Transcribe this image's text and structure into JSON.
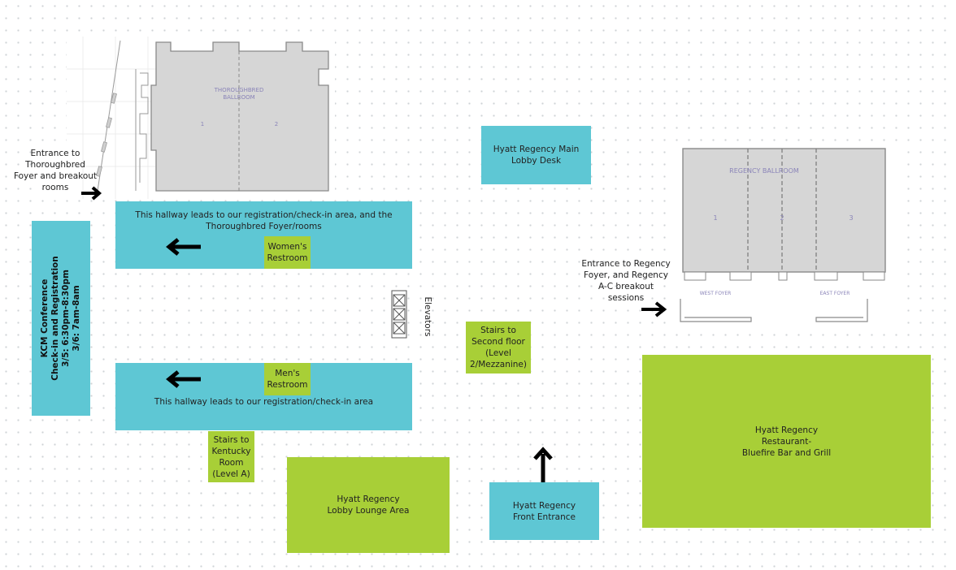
{
  "ballrooms": {
    "thoroughbred": {
      "name_line1": "THOROUGHBRED",
      "name_line2": "BALLROOM",
      "section1": "1",
      "section2": "2"
    },
    "regency": {
      "name": "REGENCY BALLROOM",
      "section1": "1",
      "section2": "2",
      "section3": "3",
      "west_foyer": "WEST FOYER",
      "east_foyer": "EAST FOYER"
    }
  },
  "labels": {
    "entrance_thoroughbred": "Entrance to\nThoroughbred\nFoyer and breakout\nrooms",
    "entrance_regency": "Entrance to Regency\nFoyer, and Regency\nA-C breakout\nsessions",
    "elevators": "Elevators"
  },
  "boxes": {
    "registration": "KCM Conference\nCheck-in and Registration\n3/5: 6:30pm-8:30pm\n3/6: 7am-8am",
    "hallway_top": "This hallway leads to our registration/check-in area, and the\nThoroughbred Foyer/rooms",
    "hallway_bottom": "This hallway leads to our registration/check-in area",
    "womens_restroom": "Women's\nRestroom",
    "mens_restroom": "Men's\nRestroom",
    "main_lobby_desk": "Hyatt Regency Main\nLobby Desk",
    "stairs_second": "Stairs to\nSecond floor\n(Level\n2/Mezzanine)",
    "stairs_kentucky": "Stairs to\nKentucky\nRoom\n(Level A)",
    "lobby_lounge": "Hyatt Regency\nLobby Lounge Area",
    "front_entrance": "Hyatt Regency\nFront Entrance",
    "restaurant": "Hyatt Regency\nRestaurant-\nBluefire Bar and Grill"
  },
  "colors": {
    "teal": "#5ec7d4",
    "lime": "#a8cf37",
    "plan_gray": "#d6d6d6",
    "plan_line": "#8a8a8a",
    "plan_text": "#8a84b8"
  }
}
